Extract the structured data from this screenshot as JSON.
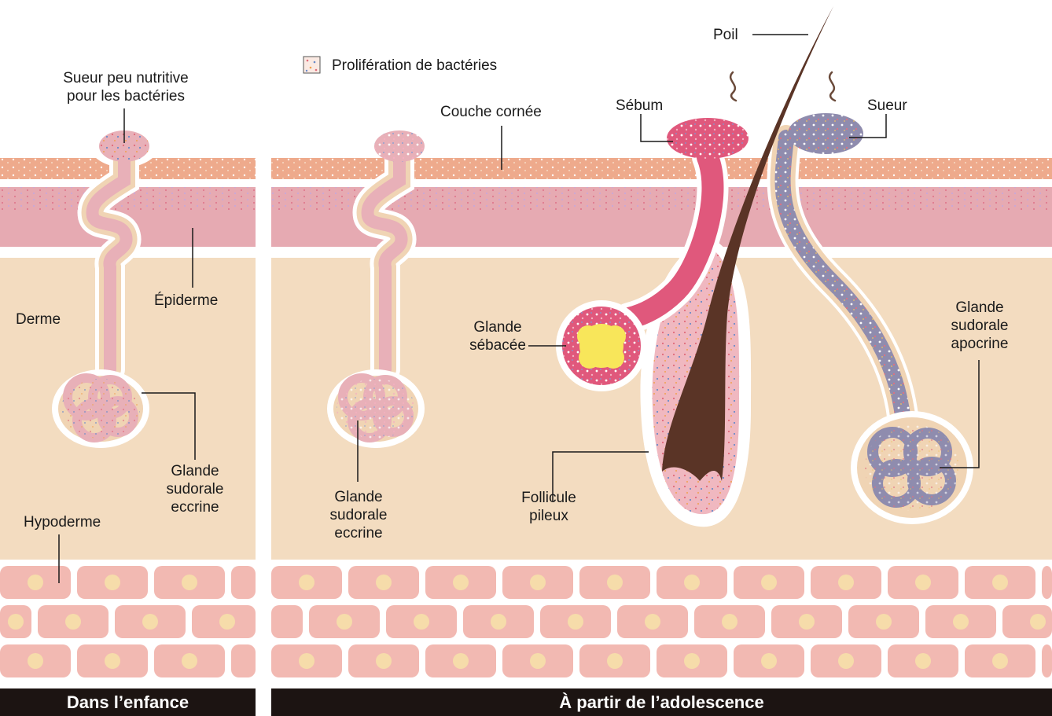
{
  "legend": {
    "bacteria_label": "Prolifération de bactéries"
  },
  "panels": {
    "childhood": "Dans l’enfance",
    "adolescence": "À partir de l’adolescence"
  },
  "labels": {
    "sweat_poor": [
      "Sueur peu nutritive",
      "pour les bactéries"
    ],
    "derme": "Derme",
    "epiderme": "Épiderme",
    "eccrine_left": [
      "Glande",
      "sudorale",
      "eccrine"
    ],
    "hypoderme": "Hypoderme",
    "couche_cornee": "Couche cornée",
    "eccrine_right": [
      "Glande",
      "sudorale",
      "eccrine"
    ],
    "glande_sebacee": [
      "Glande",
      "sébacée"
    ],
    "follicule": [
      "Follicule",
      "pileux"
    ],
    "poil": "Poil",
    "sebum": "Sébum",
    "sueur": "Sueur",
    "apocrine": [
      "Glande",
      "sudorale",
      "apocrine"
    ]
  },
  "colors": {
    "stratum_corneum": "#eeaa8c",
    "epidermis": "#e6aab2",
    "dermis": "#f3dcc0",
    "hypodermis_cell": "#f2b9b2",
    "cell_nucleus": "#f6dcaa",
    "sebum": "#e0587c",
    "sweat_apocrine": "#8f8cae",
    "hair": "#5a3426",
    "sebaceous_core": "#f8e65a",
    "panel_bar": "#1c1412"
  }
}
